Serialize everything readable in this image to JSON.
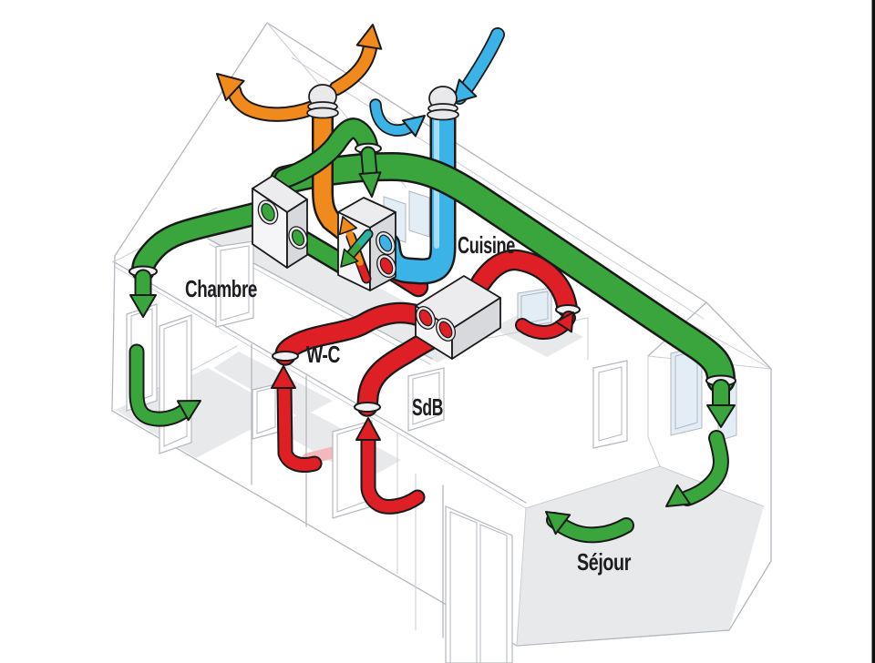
{
  "diagram_title": "home-ventilation-cutaway",
  "rooms": {
    "chambre": {
      "label": "Chambre"
    },
    "cuisine": {
      "label": "Cuisine"
    },
    "wc": {
      "label": "W-C"
    },
    "sdb": {
      "label": "SdB"
    },
    "sejour": {
      "label": "Séjour"
    }
  },
  "flows": {
    "supply": {
      "icon": "green-arrow",
      "color_key": "supply-green"
    },
    "extract": {
      "icon": "red-arrow",
      "color_key": "extract-red"
    },
    "exhaust": {
      "icon": "orange-arrow",
      "color_key": "exhaust-orange"
    },
    "intake": {
      "icon": "blue-arrow",
      "color_key": "intake-blue"
    }
  },
  "colors": {
    "background": "#ffffff",
    "edge-bar": "#0e0e0e",
    "supply-green": "#3aa53d",
    "extract-red": "#df1f26",
    "exhaust-orange": "#f18a1d",
    "intake-blue": "#3cb3e6",
    "intake-blue-light": "#a5ddf5",
    "exchanger-teal": "#2bb2a3",
    "outline": "#1a1a1a",
    "wireframe": "#b3b7bf",
    "wireframe2": "#c9cdd4",
    "floor": "#e8e9ea",
    "glass": "#e3edf5",
    "pink-reflection": "#f5b8ba",
    "metal": "#e9e9eb",
    "box-top": "#ececee",
    "box-front": "#f5f5f7",
    "box-side": "#d8d9dc",
    "sleeve": "#f1f1f3",
    "label": "#1d1d1f"
  }
}
